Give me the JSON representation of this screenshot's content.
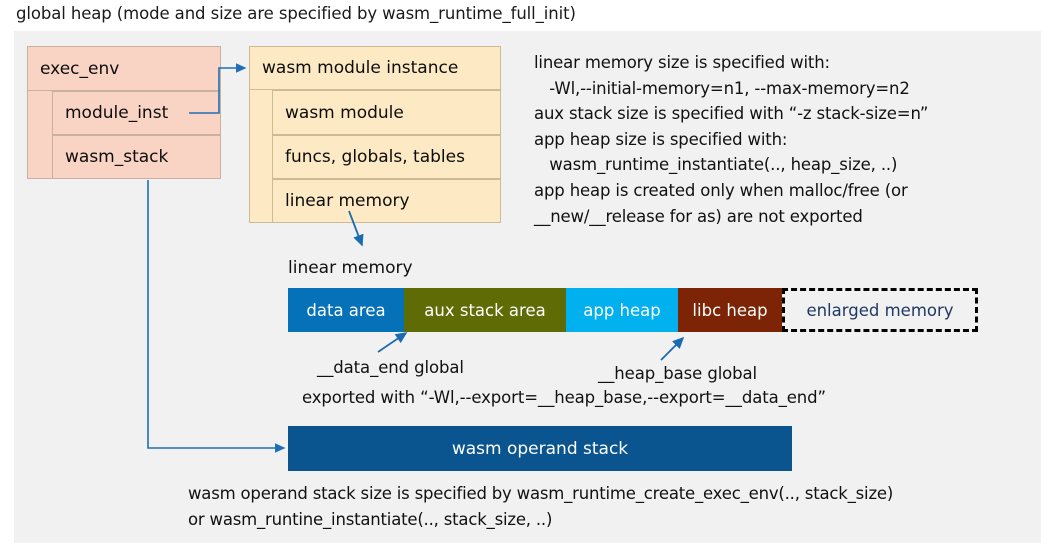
{
  "title": "global heap (mode and size are specified by wasm_runtime_full_init)",
  "exec_env": {
    "header": "exec_env",
    "rows": [
      "module_inst",
      "wasm_stack"
    ]
  },
  "module_instance": {
    "header": "wasm module instance",
    "rows": [
      "wasm module",
      "funcs, globals, tables",
      "linear memory"
    ]
  },
  "notes": {
    "text": "linear memory size is specified with:\n   -Wl,--initial-memory=n1, --max-memory=n2\naux stack size is specified with “-z stack-size=n”\napp heap size is specified with:\n   wasm_runtime_instantiate(.., heap_size, ..)\napp heap is created only when malloc/free (or\n__new/__release for as) are not exported"
  },
  "linear_memory": {
    "label": "linear memory",
    "segments": [
      {
        "label": "data area",
        "color": "#0571b8",
        "text_color": "#ffffff",
        "width": 116
      },
      {
        "label": "aux stack area",
        "color": "#5f6b05",
        "text_color": "#ffffff",
        "width": 162
      },
      {
        "label": "app heap",
        "color": "#00b0ef",
        "text_color": "#ffffff",
        "width": 112
      },
      {
        "label": "libc heap",
        "color": "#7c2405",
        "text_color": "#ffffff",
        "width": 104
      },
      {
        "label": "enlarged memory",
        "color": "#f1f1f1",
        "text_color": "#1f3864",
        "width": 196
      }
    ]
  },
  "annotations": {
    "data_end": "__data_end global",
    "heap_base": "__heap_base global",
    "exported_with": "exported with “-Wl,--export=__heap_base,--export=__data_end”"
  },
  "operand_stack": {
    "label": "wasm operand stack",
    "color": "#0a5590",
    "note": "wasm operand stack size is specified by wasm_runtime_create_exec_env(.., stack_size)\nor wasm_runtine_instantiate(.., stack_size, ..)"
  },
  "colors": {
    "panel_bg": "#f1f1f1",
    "arrow": "#1f6fb5",
    "pink": "#f9d4c4",
    "cream": "#fdeac4"
  }
}
